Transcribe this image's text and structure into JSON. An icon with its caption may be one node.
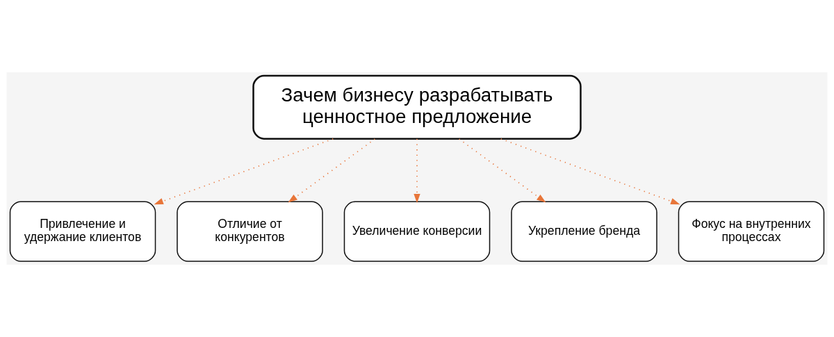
{
  "diagram": {
    "nodes": [
      {
        "text": [
          "Зачем бизнесу разрабатывать ценностное предложение"
        ]
      },
      {
        "text": [
          "Привлечение и удержание клиентов"
        ]
      },
      {
        "text": [
          "Отличие от конкурентов"
        ]
      },
      {
        "text": [
          "Увеличение конверсии"
        ]
      },
      {
        "text": [
          "Укрепление бренда"
        ]
      },
      {
        "text": [
          "Фокус на внутренних процессах"
        ]
      }
    ],
    "edges": [
      {
        "from": 0,
        "to": 1,
        "arrow": "to",
        "style": "dashed"
      },
      {
        "from": 0,
        "to": 2,
        "arrow": "to",
        "style": "dashed"
      },
      {
        "from": 0,
        "to": 3,
        "arrow": "to",
        "style": "dashed"
      },
      {
        "from": 0,
        "to": 4,
        "arrow": "to",
        "style": "dashed"
      },
      {
        "from": 0,
        "to": 5,
        "arrow": "to",
        "style": "dashed"
      }
    ]
  }
}
